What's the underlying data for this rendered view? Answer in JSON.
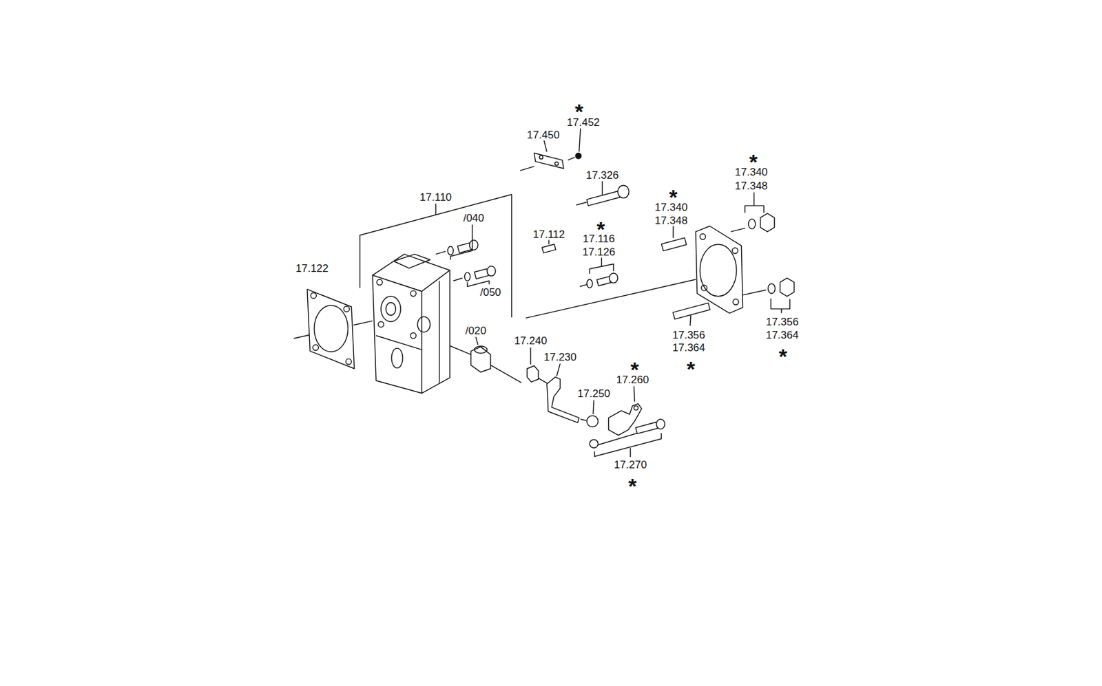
{
  "diagram": {
    "labels": [
      "*",
      "17.452",
      "17.450",
      "17.326",
      "*",
      "17.340",
      "17.348",
      "*",
      "17.340",
      "17.348",
      "17.110",
      "/040",
      "17.112",
      "*",
      "17.116",
      "17.126",
      "17.122",
      "/050",
      "/020",
      "17.240",
      "17.230",
      "*",
      "17.260",
      "17.250",
      "17.356",
      "17.364",
      "*",
      "17.356",
      "17.364",
      "*",
      "17.270",
      "*"
    ]
  }
}
